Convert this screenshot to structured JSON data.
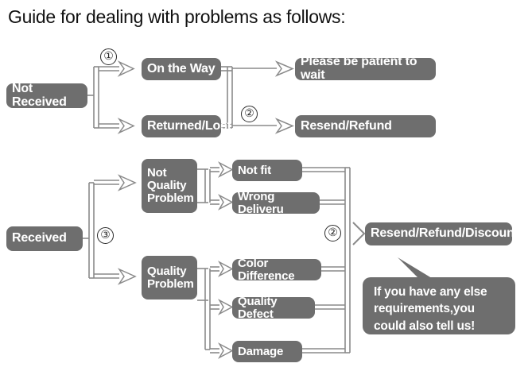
{
  "title": "Guide for dealing with problems as follows:",
  "colors": {
    "node_fill": "#6e6e6e",
    "node_text": "#ffffff",
    "wire": "#8a8a8a",
    "title_text": "#111111",
    "marker_text": "#2b2b2b",
    "background": "#ffffff"
  },
  "markers": {
    "one": "①",
    "two_top": "②",
    "three": "③",
    "two_bottom": "②"
  },
  "branches": {
    "not_received": {
      "root": "Not Received",
      "options": [
        {
          "label": "On the Way",
          "outcome": "Please be patient to wait"
        },
        {
          "label": "Returned/Lost",
          "outcome": "Resend/Refund"
        }
      ]
    },
    "received": {
      "root": "Received",
      "categories": [
        {
          "label": "Not\nQuality\nProblem",
          "reasons": [
            "Not fit",
            "Wrong Deliveru"
          ]
        },
        {
          "label": "Quality\nProblem",
          "reasons": [
            "Color Difference",
            "Quality Defect",
            "Damage"
          ]
        }
      ],
      "outcome": "Resend/Refund/Discount"
    }
  },
  "note": "If you have any else requirements,you could also tell us!"
}
